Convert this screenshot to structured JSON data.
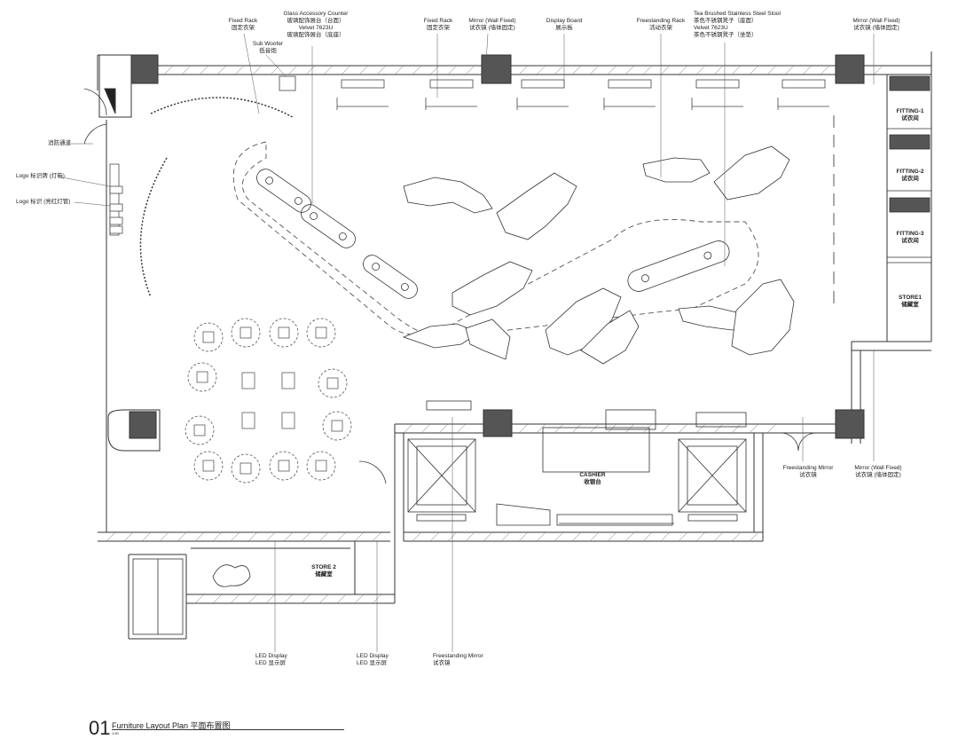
{
  "labels": {
    "fixed_rack_left": {
      "en": "Fixed Rack",
      "zh": "固定衣架"
    },
    "sub_woofer": {
      "en": "Sub Woofer",
      "zh": "低音炮"
    },
    "glass_counter": {
      "l1": "Glass Accessory Counter",
      "l2": "玻璃配饰展台（台面）",
      "l3": "Velvet 7623U",
      "l4": "玻璃配饰展台（底座）"
    },
    "fixed_rack_mid": {
      "en": "Fixed Rack",
      "zh": "固定衣架"
    },
    "mirror_top": {
      "en": "Mirror (Wall Fixed)",
      "zh": "试衣镜 (墙体固定)"
    },
    "display_board": {
      "en": "Display Board",
      "zh": "展示板"
    },
    "freestanding_rack": {
      "en": "Freestanding Rack",
      "zh": "活动衣架"
    },
    "stool": {
      "l1": "Tea Brushed Stainless Steel Stool",
      "l2": "茶色不锈钢凳子（座面）",
      "l3": "Velvet 7623U",
      "l4": "茶色不锈钢凳子（坐垫）"
    },
    "mirror_top_right": {
      "en": "Mirror (Wall Fixed)",
      "zh": "试衣镜 (墙体固定)"
    },
    "fire_exit": {
      "zh": "消防通道"
    },
    "logo_1": {
      "en": "Logo",
      "zh": "标识牌 (灯箱)"
    },
    "logo_2": {
      "en": "Logo",
      "zh": "标识 (亮红灯管)"
    },
    "freestanding_mirror_right": {
      "en": "Freestanding Mirror",
      "zh": "试衣镜"
    },
    "mirror_right": {
      "en": "Mirror (Wall Fixed)",
      "zh": "试衣镜 (墙体固定)"
    },
    "led_1": {
      "en": "LED Display",
      "zh": "LED 显示屏"
    },
    "led_2": {
      "en": "LED Display",
      "zh": "LED 显示屏"
    },
    "freestanding_mirror_bottom": {
      "en": "Freestanding Mirror",
      "zh": "试衣镜"
    }
  },
  "rooms": {
    "fitting_1": {
      "en": "FITTING-1",
      "zh": "试衣间"
    },
    "fitting_2": {
      "en": "FITTING-2",
      "zh": "试衣间"
    },
    "fitting_3": {
      "en": "FITTING-3",
      "zh": "试衣间"
    },
    "store_1": {
      "en": "STORE1",
      "zh": "储藏室"
    },
    "store_2": {
      "en": "STORE 2",
      "zh": "储藏室"
    },
    "cashier": {
      "en": "CASHIER",
      "zh": "收银台"
    }
  },
  "title": {
    "number": "01",
    "text": "Furniture Layout Plan   平面布置图",
    "scale": "1:50"
  }
}
